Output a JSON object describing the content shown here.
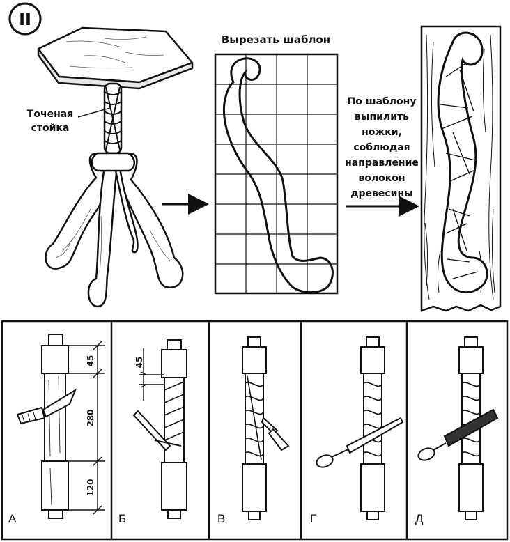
{
  "figure_number": "II",
  "top": {
    "stand_label_line1": "Точеная",
    "stand_label_line2": "стойка",
    "template_title": "Вырезать шаблон",
    "instruction_lines": [
      "По шаблону",
      "выпилить",
      "ножки,",
      "соблюдая",
      "направление",
      "волокон",
      "древесины"
    ]
  },
  "steps": [
    {
      "label": "А",
      "dimensions": [
        "45",
        "280",
        "120"
      ]
    },
    {
      "label": "Б",
      "dimensions": [
        "45"
      ]
    },
    {
      "label": "В",
      "dimensions": []
    },
    {
      "label": "Г",
      "dimensions": []
    },
    {
      "label": "Д",
      "dimensions": []
    }
  ],
  "colors": {
    "ink": "#111111",
    "paper": "#ffffff"
  }
}
